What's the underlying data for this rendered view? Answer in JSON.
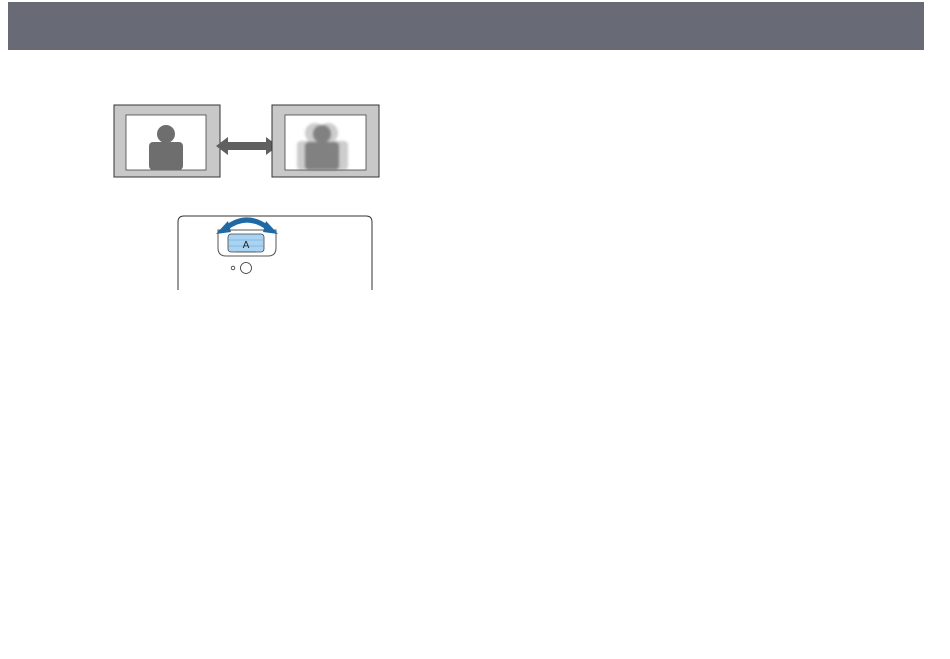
{
  "header": {
    "title": "",
    "background_color": "#686a75"
  },
  "illustrations": {
    "focus_comparison": {
      "left_panel": "sharp-person-image",
      "arrow": "double-headed-arrow",
      "right_panel": "blurred-person-image",
      "frame_color": "#c8c8c8",
      "silhouette_color": "#6e6e6e",
      "arrow_color": "#606060"
    },
    "focus_ring": {
      "device": "projector-top-view",
      "ring_label": "A",
      "ring_fill": "#a9d3f2",
      "arrow_color": "#1f6aa5"
    }
  }
}
